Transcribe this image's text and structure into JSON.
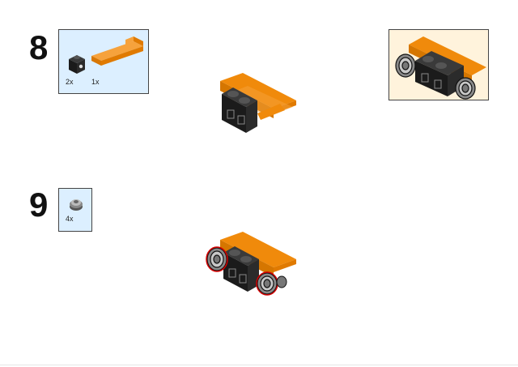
{
  "steps": [
    {
      "number": "8",
      "parts": [
        {
          "qty": "2x",
          "icon": "black-brick-with-side-stud-icon"
        },
        {
          "qty": "1x",
          "icon": "orange-bracket-plate-icon"
        }
      ]
    },
    {
      "number": "9",
      "parts": [
        {
          "qty": "4x",
          "icon": "grey-wheel-hub-icon"
        }
      ]
    }
  ],
  "colors": {
    "orange": "#f08a0b",
    "black": "#1b1b1b",
    "grey": "#9a9a9a",
    "parts_bg": "#dcefff",
    "preview_bg": "#fff3dc",
    "highlight": "#d40000"
  }
}
